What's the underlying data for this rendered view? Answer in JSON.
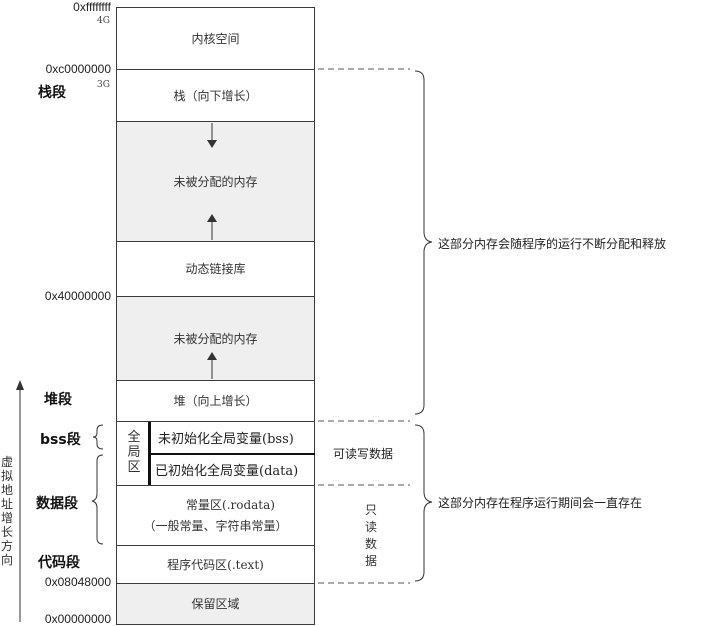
{
  "addresses": {
    "top": "0xffffffff",
    "kernel_start": "0xc0000000",
    "mid": "0x40000000",
    "code_start": "0x08048000",
    "zero": "0x00000000"
  },
  "size_markers": {
    "four_g": "4G",
    "three_g": "3G"
  },
  "segments": {
    "kernel": "内核空间",
    "stack": "栈（向下增长）",
    "unallocated_top": "未被分配的内存",
    "shared_lib": "动态链接库",
    "unallocated_bottom": "未被分配的内存",
    "heap": "堆（向上增长）",
    "global_area": "全局区",
    "bss": "未初始化全局变量(bss)",
    "data": "已初始化全局变量(data)",
    "rodata_line1": "常量区(.rodata)",
    "rodata_line2": "（一般常量、字符串常量）",
    "text": "程序代码区(.text)",
    "reserved": "保留区域"
  },
  "segment_labels": {
    "stack": "栈段",
    "heap": "堆段",
    "bss": "bss段",
    "data": "数据段",
    "code": "代码段"
  },
  "access": {
    "read_write": "可读写数据",
    "read_only": "只读数据"
  },
  "notes": {
    "dynamic": "这部分内存会随程序的运行不断分配和释放",
    "static": "这部分内存在程序运行期间会一直存在"
  },
  "axis_label": "虚拟地址增长方向"
}
